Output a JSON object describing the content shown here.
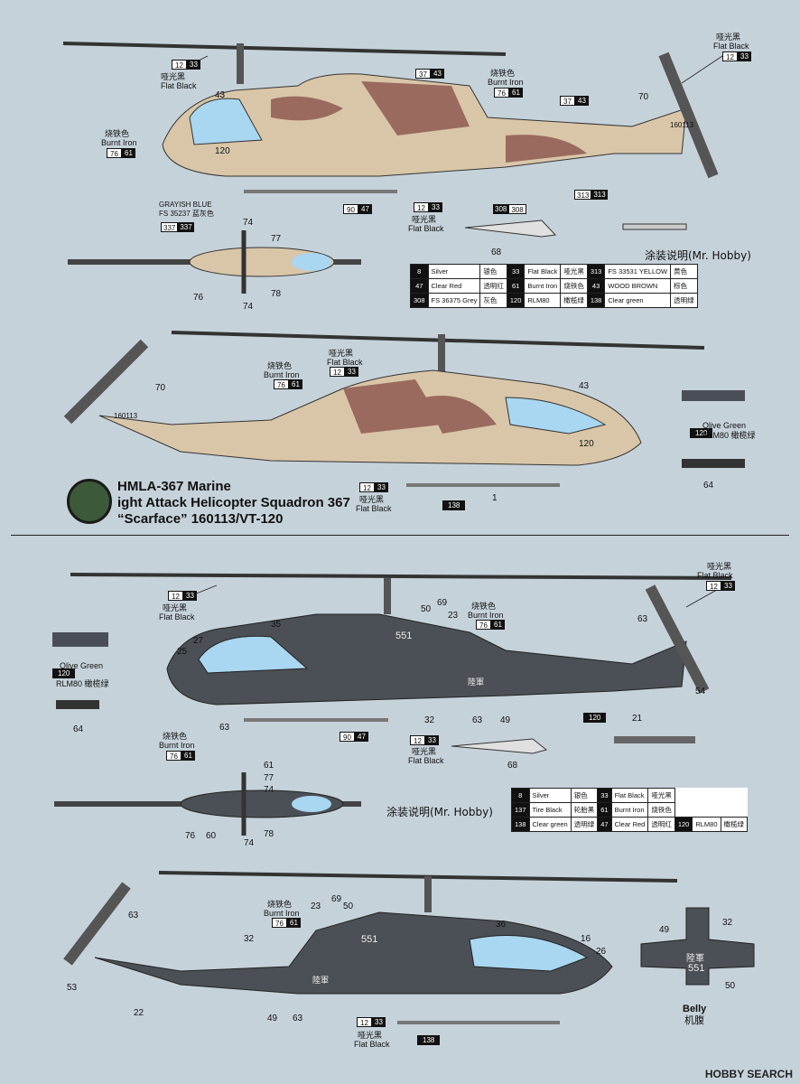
{
  "squadron": {
    "line1": "HMLA-367 Marine",
    "line2": "ight Attack Helicopter Squadron 367",
    "line3": "“Scarface” 160113/VT-120"
  },
  "legend1": {
    "title": "涂装说明(Mr. Hobby)",
    "rows": [
      [
        {
          "code": "8",
          "name": "Silver",
          "cn": "银色"
        },
        {
          "code": "33",
          "name": "Flat Black",
          "cn": "哑光黑"
        },
        {
          "code": "313",
          "name": "FS 33531 YELLOW",
          "cn": "黄色"
        }
      ],
      [
        {
          "code": "47",
          "name": "Clear Red",
          "cn": "透明红"
        },
        {
          "code": "61",
          "name": "Burnt Iron",
          "cn": "烧铁色"
        },
        {
          "code": "43",
          "name": "WOOD BROWN",
          "cn": "棕色"
        }
      ],
      [
        {
          "code": "308",
          "name": "FS 36375 Grey",
          "cn": "灰色"
        },
        {
          "code": "120",
          "name": "RLM80",
          "cn": "橄榄绿"
        },
        {
          "code": "138",
          "name": "Clear green",
          "cn": "透明绿"
        }
      ]
    ]
  },
  "legend2": {
    "title": "涂装说明(Mr. Hobby)",
    "rows": [
      [
        {
          "code": "8",
          "name": "Silver",
          "cn": "银色"
        },
        {
          "code": "33",
          "name": "Flat Black",
          "cn": "哑光黑"
        }
      ],
      [
        {
          "code": "137",
          "name": "Tire Black",
          "cn": "轮胎黑"
        },
        {
          "code": "61",
          "name": "Burnt Iron",
          "cn": "烧铁色"
        }
      ],
      [
        {
          "code": "138",
          "name": "Clear green",
          "cn": "透明绿"
        },
        {
          "code": "47",
          "name": "Clear Red",
          "cn": "透明红"
        },
        {
          "code": "120",
          "name": "RLM80",
          "cn": "橄榄绿"
        }
      ]
    ]
  },
  "labels": {
    "flat_black_cn": "哑光黑",
    "flat_black": "Flat Black",
    "burnt_iron_cn": "烧铁色",
    "burnt_iron": "Burnt Iron",
    "grayish_blue": "GRAYISH BLUE",
    "fs_35237": "FS 35237 蓝灰色",
    "olive_green": "Olive Green",
    "rlm80": "RLM80 橄榄绿",
    "belly": "Belly",
    "belly_cn": "机腹"
  },
  "markings": {
    "tail_serial": "160113",
    "nose_number": "120",
    "roc_number": "551",
    "roc_insignia": "陸軍"
  },
  "callouts": {
    "n1": "1",
    "n16": "16",
    "n21": "21",
    "n22": "22",
    "n23": "23",
    "n25": "25",
    "n26": "26",
    "n27": "27",
    "n32": "32",
    "n35": "35",
    "n36": "36",
    "n43": "43",
    "n49": "49",
    "n50": "50",
    "n53": "53",
    "n54": "54",
    "n60": "60",
    "n61": "61",
    "n63": "63",
    "n64": "64",
    "n68": "68",
    "n69": "69",
    "n70": "70",
    "n74": "74",
    "n76": "76",
    "n77": "77",
    "n78": "78"
  },
  "colors": {
    "background": "#c6d2da",
    "desert_tan": "#d9c6a8",
    "desert_brown": "#9a6a5f",
    "dark_grey": "#4b5056",
    "canopy": "#a9d6f0"
  },
  "watermark": "HOBBY SEARCH"
}
